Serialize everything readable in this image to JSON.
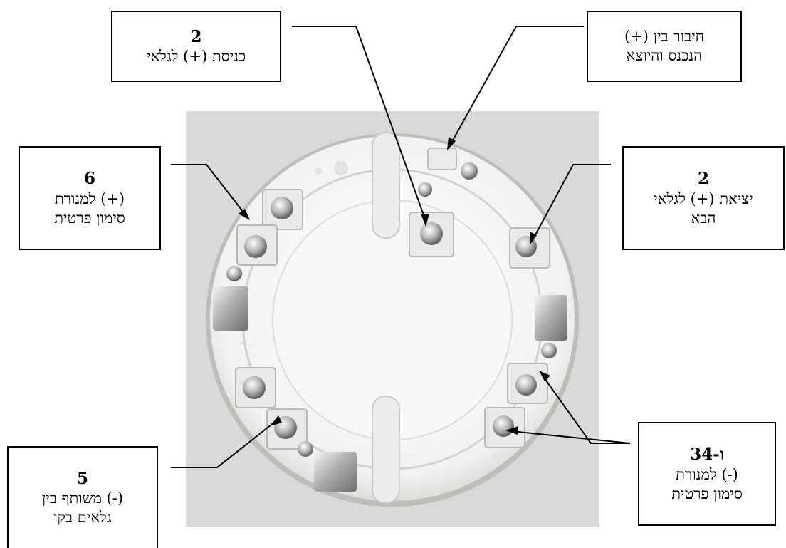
{
  "callouts": {
    "top_left_center": {
      "number": "2",
      "lines": [
        "כניסת (+) לגלאי"
      ]
    },
    "top_right": {
      "number": "",
      "lines": [
        "חיבור בין (+)",
        "הנכנס והיוצא"
      ]
    },
    "left_upper": {
      "number": "6",
      "lines": [
        "(+) למנורת",
        "סימון פרטית"
      ]
    },
    "right_upper": {
      "number": "2",
      "lines": [
        "יציאת (+) לגלאי",
        "הבא"
      ]
    },
    "right_lower": {
      "number": "3ו-4",
      "lines": [
        "(-) למנורת",
        "סימון פרטית"
      ]
    },
    "left_lower": {
      "number": "5",
      "lines": [
        "(-) משותף בין",
        "גלאים בקו"
      ]
    }
  },
  "colors": {
    "border": "#000000",
    "leader": "#000000",
    "photo_background": "#d9d9d7",
    "base_plastic": "#f3f3f1"
  }
}
